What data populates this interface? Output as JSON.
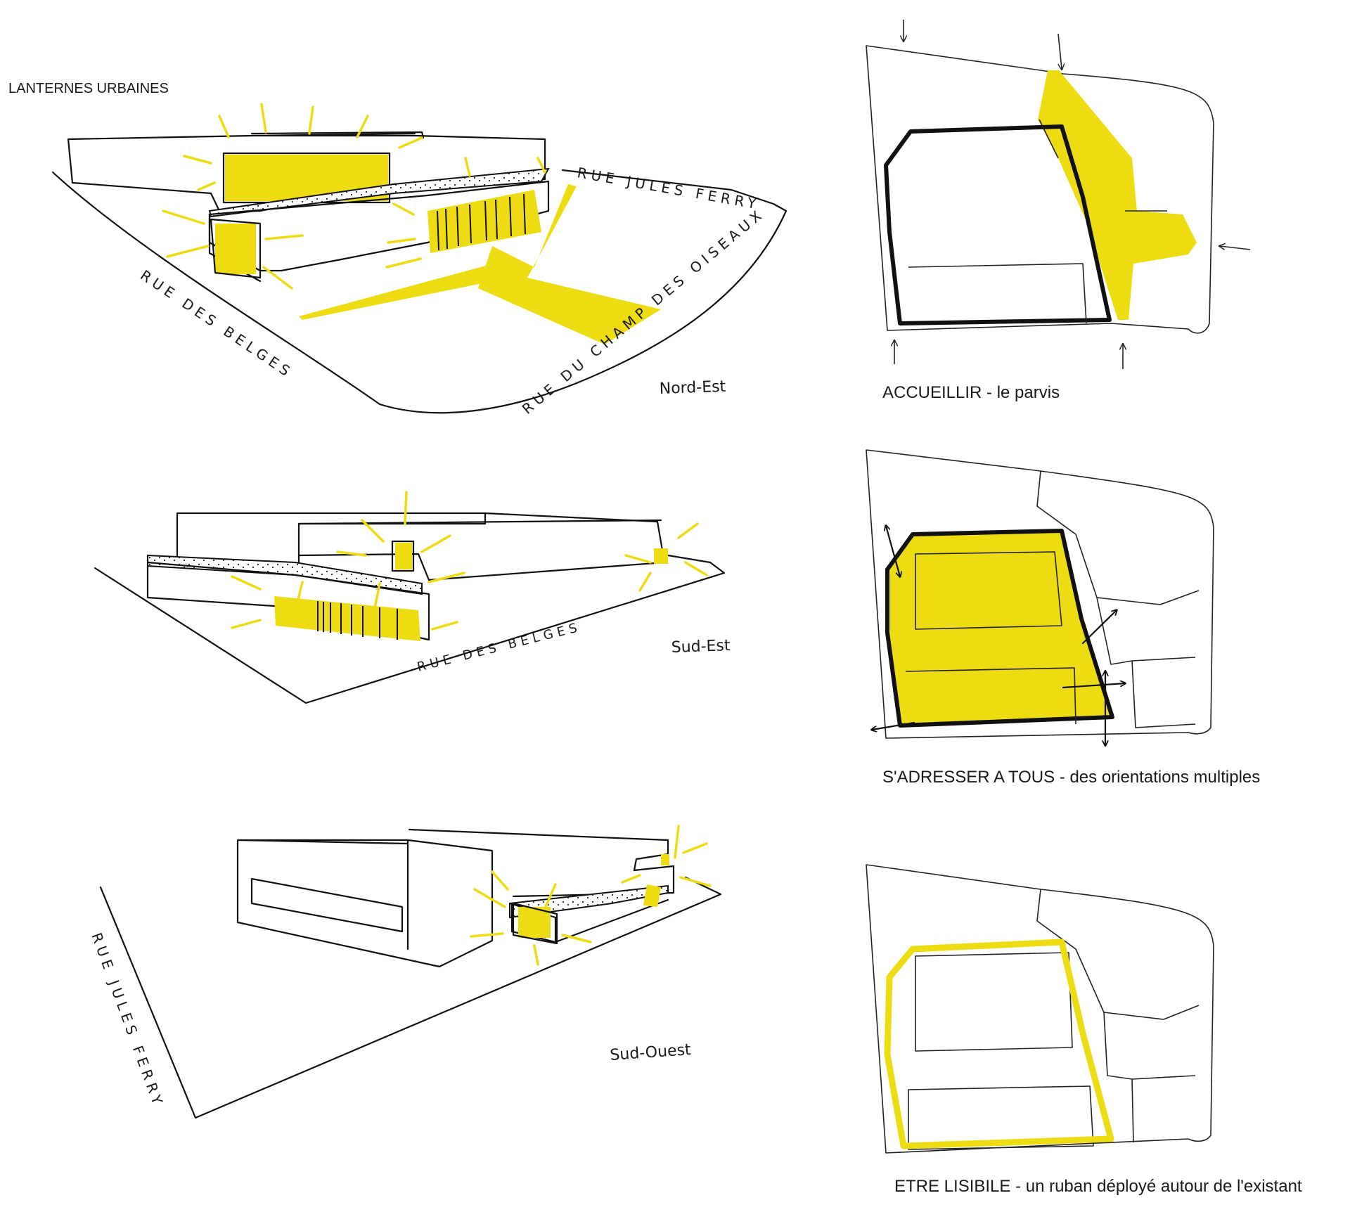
{
  "sketches": {
    "nord_est": {
      "title": "LANTERNES URBAINES",
      "orientation": "Nord-Est",
      "street_jules_ferry": "RUE JULES FERRY",
      "street_belges": "RUE DES BELGES",
      "street_champ": "RUE DU CHAMP DES OISEAUX"
    },
    "sud_est": {
      "orientation": "Sud-Est",
      "street_belges": "RUE DES BELGES"
    },
    "sud_ouest": {
      "orientation": "Sud-Ouest",
      "street_jules_ferry": "RUE JULES FERRY"
    }
  },
  "plans": {
    "accueillir": {
      "caption": "ACCUEILLIR - le parvis"
    },
    "adresser": {
      "caption": "S'ADRESSER A TOUS - des orientations multiples"
    },
    "lisible": {
      "caption": "ETRE LISIBILE - un ruban déployé autour de l'existant"
    }
  },
  "colors": {
    "highlight": "#EDDC12",
    "ink": "#111111",
    "paper": "#FFFFFF"
  }
}
